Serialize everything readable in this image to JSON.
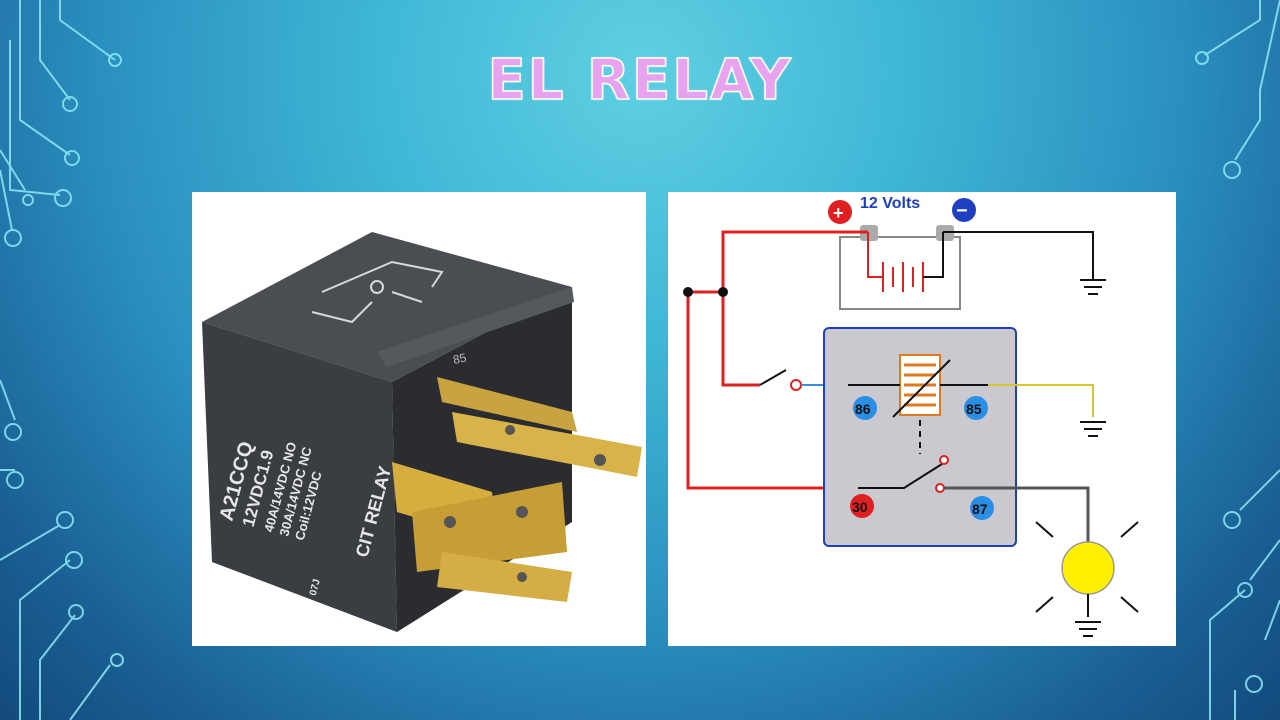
{
  "slide": {
    "title": "EL RELAY"
  },
  "photo": {
    "relay_label_line1": "A21CCQ",
    "relay_label_line2": "12VDC1.9",
    "relay_label_line3": "40A/14VDC NO",
    "relay_label_line4": "30A/14VDC NC",
    "relay_label_line5": "Coil:12VDC",
    "relay_label_line6": "07J",
    "relay_brand": "CIT RELAY",
    "terminal_label": "85"
  },
  "diagram": {
    "voltage_label": "12 Volts",
    "plus_symbol": "+",
    "minus_symbol": "−",
    "pin_86": "86",
    "pin_85": "85",
    "pin_30": "30",
    "pin_87": "87"
  },
  "colors": {
    "accent_title": "#e8a3ee",
    "wire_red": "#e02020",
    "wire_black": "#111111",
    "relay_box": "#c9c9cf",
    "relay_border": "#1e3fbf",
    "pin_blue": "#2b8ee6",
    "pin_red": "#e02020",
    "lamp_yellow": "#fff000"
  }
}
